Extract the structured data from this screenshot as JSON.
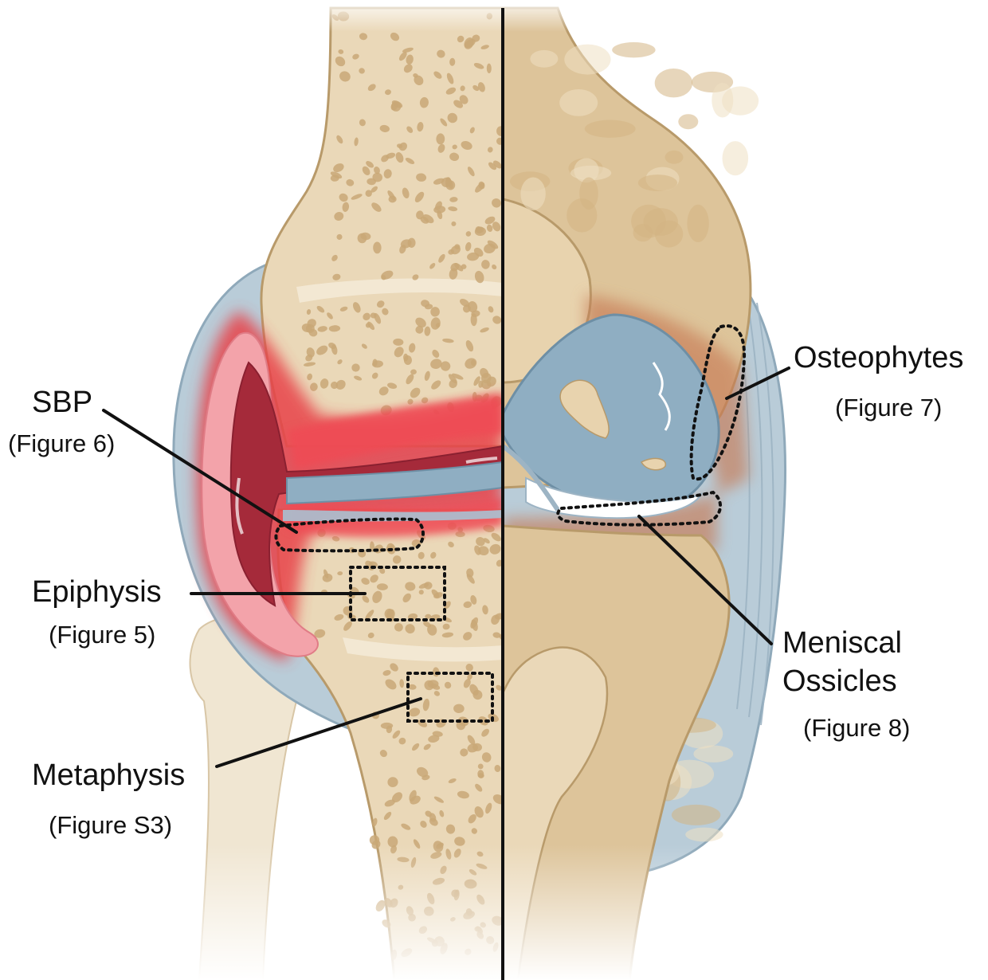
{
  "labels": {
    "sbp": {
      "name": "SBP",
      "ref": "(Figure 6)"
    },
    "epiphysis": {
      "name": "Epiphysis",
      "ref": "(Figure 5)"
    },
    "metaphysis": {
      "name": "Metaphysis",
      "ref": "(Figure S3)"
    },
    "osteophytes": {
      "name": "Osteophytes",
      "ref": "(Figure 7)"
    },
    "meniscal": {
      "name_line1": "Meniscal",
      "name_line2": "Ossicles",
      "ref": "(Figure 8)"
    }
  },
  "colors": {
    "bone": "#ead8b8",
    "bone_dark": "#d9be92",
    "bone_outline": "#b89a6a",
    "pore": "#c9a877",
    "synovium": "#b9ccd8",
    "synovium_edge": "#8fa9ba",
    "inflamed_red": "#e8424a",
    "inflamed_dark": "#a52a3a",
    "inflamed_pink": "#f3a3aa",
    "oa_blue": "#8faec2",
    "oa_rust": "#c77a55",
    "line": "#111111"
  }
}
